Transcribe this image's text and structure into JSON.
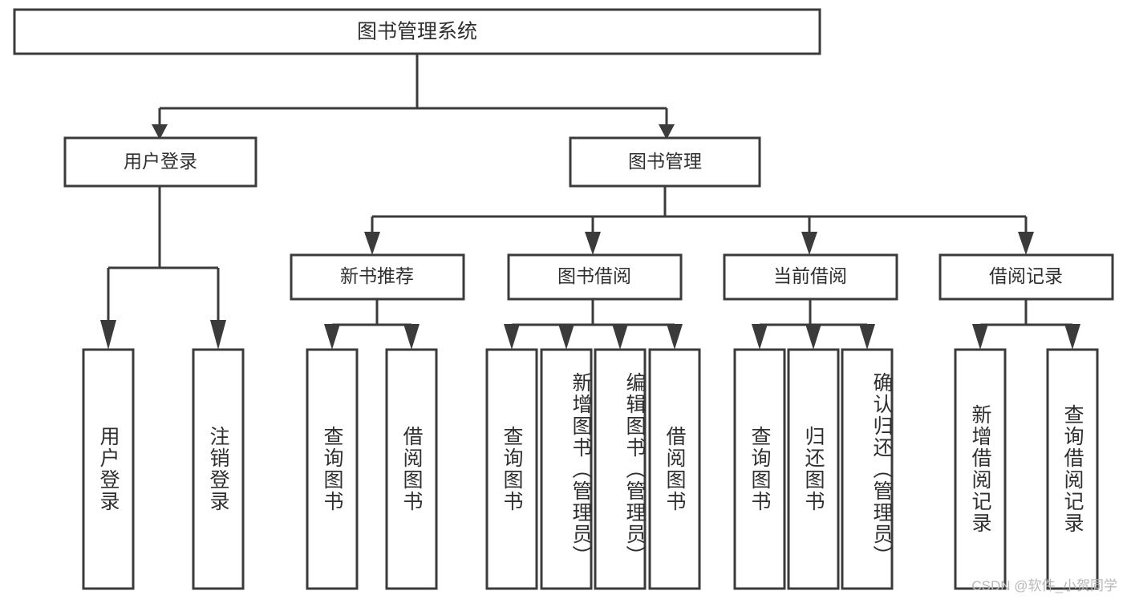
{
  "diagram": {
    "type": "tree-hierarchy",
    "title": "图书管理系统",
    "watermark": "CSDN @软件_小贺同学",
    "colors": {
      "stroke": "#3b3b3b",
      "fill": "#ffffff",
      "text": "#2f2f2f",
      "watermark": "#b8b8b8"
    },
    "levels": {
      "root": "图书管理系统",
      "level2": [
        "用户登录",
        "图书管理"
      ],
      "level3": [
        "新书推荐",
        "图书借阅",
        "当前借阅",
        "借阅记录"
      ]
    },
    "nodes": {
      "root": {
        "label": "图书管理系统"
      },
      "user_login": {
        "label": "用户登录"
      },
      "book_manage": {
        "label": "图书管理"
      },
      "new_book_rec": {
        "label": "新书推荐"
      },
      "book_borrow": {
        "label": "图书借阅"
      },
      "current_borrow": {
        "label": "当前借阅"
      },
      "borrow_record": {
        "label": "借阅记录"
      },
      "leaf_1": {
        "label": "用户登录"
      },
      "leaf_2": {
        "label": "注销登录"
      },
      "leaf_3": {
        "label": "查询图书"
      },
      "leaf_4": {
        "label": "借阅图书"
      },
      "leaf_5": {
        "label": "查询图书"
      },
      "leaf_6": {
        "label": "新增图书（管理员）"
      },
      "leaf_7": {
        "label": "编辑图书（管理员）"
      },
      "leaf_8": {
        "label": "借阅图书"
      },
      "leaf_9": {
        "label": "查询图书"
      },
      "leaf_10": {
        "label": "归还图书"
      },
      "leaf_11": {
        "label": "确认归还（管理员）"
      },
      "leaf_12": {
        "label": "新增借阅记录"
      },
      "leaf_13": {
        "label": "查询借阅记录"
      }
    },
    "edges": [
      {
        "from": "root",
        "to": "user_login"
      },
      {
        "from": "root",
        "to": "book_manage"
      },
      {
        "from": "user_login",
        "to": "leaf_1"
      },
      {
        "from": "user_login",
        "to": "leaf_2"
      },
      {
        "from": "book_manage",
        "to": "new_book_rec"
      },
      {
        "from": "book_manage",
        "to": "book_borrow"
      },
      {
        "from": "book_manage",
        "to": "current_borrow"
      },
      {
        "from": "book_manage",
        "to": "borrow_record"
      },
      {
        "from": "new_book_rec",
        "to": "leaf_3"
      },
      {
        "from": "new_book_rec",
        "to": "leaf_4"
      },
      {
        "from": "book_borrow",
        "to": "leaf_5"
      },
      {
        "from": "book_borrow",
        "to": "leaf_6"
      },
      {
        "from": "book_borrow",
        "to": "leaf_7"
      },
      {
        "from": "book_borrow",
        "to": "leaf_8"
      },
      {
        "from": "current_borrow",
        "to": "leaf_9"
      },
      {
        "from": "current_borrow",
        "to": "leaf_10"
      },
      {
        "from": "current_borrow",
        "to": "leaf_11"
      },
      {
        "from": "borrow_record",
        "to": "leaf_12"
      },
      {
        "from": "borrow_record",
        "to": "leaf_13"
      }
    ]
  }
}
